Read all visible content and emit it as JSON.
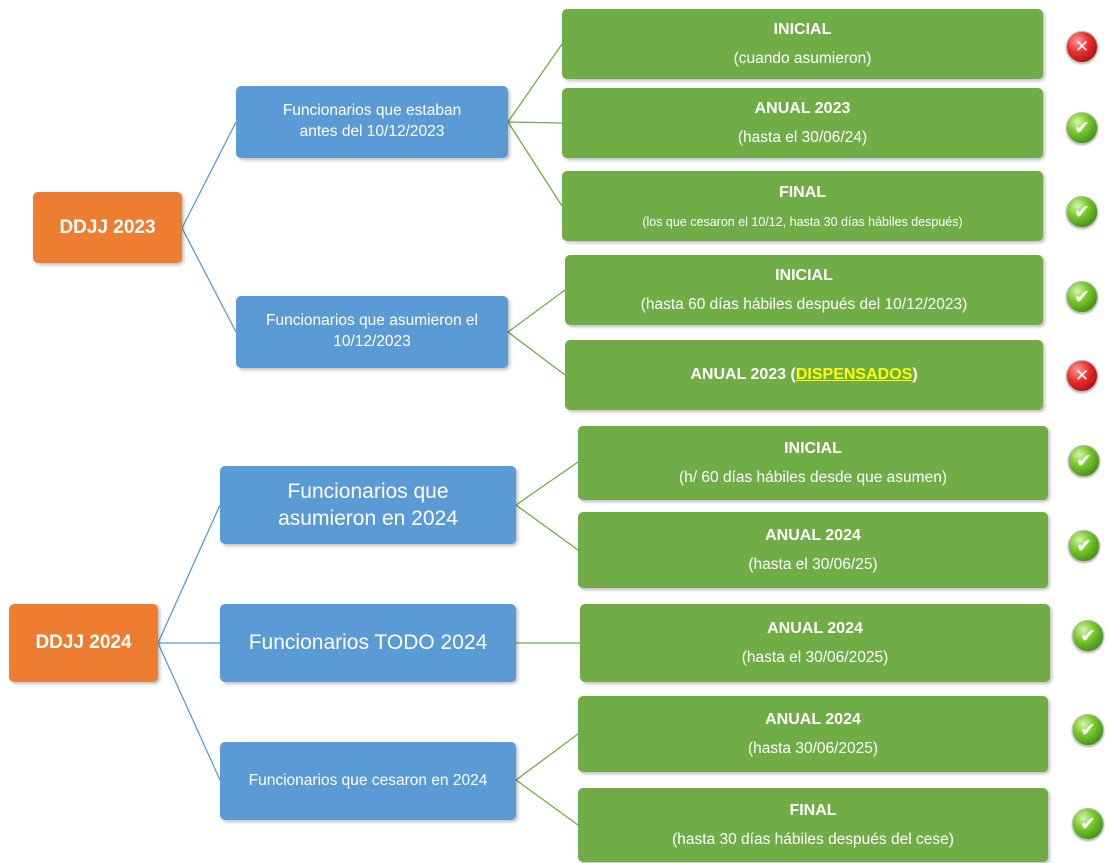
{
  "roots": [
    {
      "id": "r2023",
      "label": "DDJJ 2023"
    },
    {
      "id": "r2024",
      "label": "DDJJ 2024"
    }
  ],
  "groups": [
    {
      "id": "g1",
      "label": "Funcionarios que estaban antes del 10/12/2023"
    },
    {
      "id": "g2",
      "label": "Funcionarios que asumieron el 10/12/2023"
    },
    {
      "id": "g3",
      "label": "Funcionarios que asumieron en 2024"
    },
    {
      "id": "g4",
      "label": "Funcionarios TODO 2024"
    },
    {
      "id": "g5",
      "label": "Funcionarios que cesaron en 2024"
    }
  ],
  "items": [
    {
      "id": "i1",
      "title": "INICIAL",
      "subtitle": "(cuando asumieron)",
      "status": "no"
    },
    {
      "id": "i2",
      "title": "ANUAL 2023",
      "subtitle": "(hasta el 30/06/24)",
      "status": "ok"
    },
    {
      "id": "i3",
      "title": "FINAL",
      "subtitle": "(los que cesaron el 10/12, hasta 30 días hábiles después)",
      "status": "ok"
    },
    {
      "id": "i4",
      "title": "INICIAL",
      "subtitle": "(hasta 60 días hábiles después del 10/12/2023)",
      "status": "ok"
    },
    {
      "id": "i5",
      "title_prefix": "ANUAL 2023 (",
      "highlight": "DISPENSADOS",
      "title_suffix": ")",
      "status": "no"
    },
    {
      "id": "i6",
      "title": "INICIAL",
      "subtitle": "(h/ 60 días hábiles desde que asumen)",
      "status": "ok"
    },
    {
      "id": "i7",
      "title": "ANUAL 2024",
      "subtitle": "(hasta el 30/06/25)",
      "status": "ok"
    },
    {
      "id": "i8",
      "title": "ANUAL 2024",
      "subtitle": "(hasta el 30/06/2025)",
      "status": "ok"
    },
    {
      "id": "i9",
      "title": "ANUAL 2024",
      "subtitle": "(hasta 30/06/2025)",
      "status": "ok"
    },
    {
      "id": "i10",
      "title": "FINAL",
      "subtitle": "(hasta 30 días hábiles después del cese)",
      "status": "ok"
    }
  ],
  "status_icons": {
    "ok": "checkmark-icon",
    "no": "x-mark-icon"
  },
  "colors": {
    "root": "#ed7d31",
    "group": "#5b9bd5",
    "item": "#70ad47",
    "connector": "#70ad47",
    "connector_root": "#5b9bd5"
  }
}
